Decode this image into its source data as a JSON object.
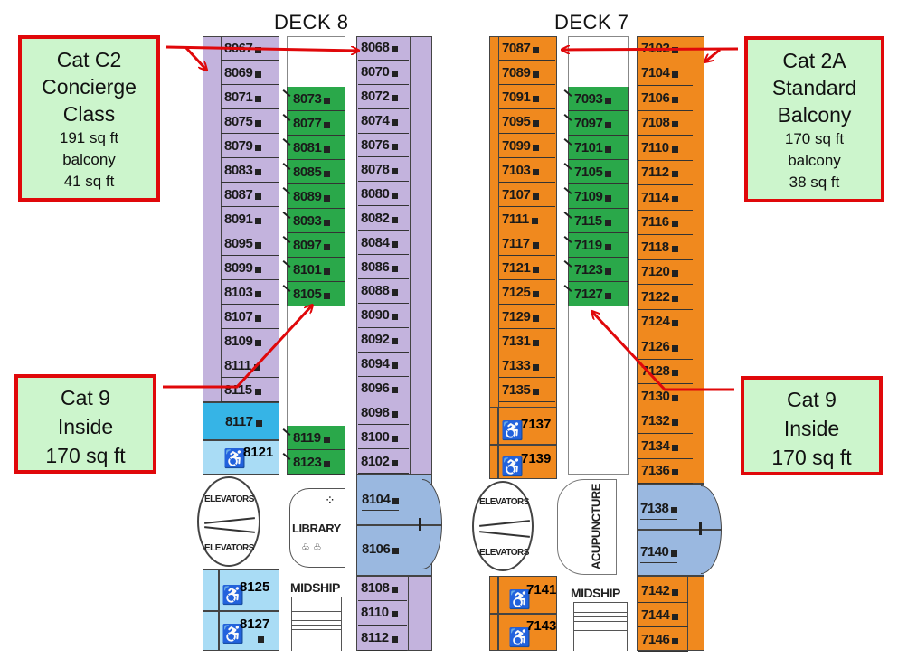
{
  "deck8": {
    "title": "DECK 8",
    "left_col": [
      "8067",
      "8069",
      "8071",
      "8075",
      "8079",
      "8083",
      "8087",
      "8091",
      "8095",
      "8099",
      "8103",
      "8107",
      "8109",
      "8111",
      "8115"
    ],
    "left_accessible": [
      {
        "num": "8117",
        "type": "blue"
      },
      {
        "num": "8121",
        "type": "accessible"
      }
    ],
    "left_lower": [
      "8125",
      "8127"
    ],
    "middle_col": [
      "8073",
      "8077",
      "8081",
      "8085",
      "8089",
      "8093",
      "8097",
      "8101",
      "8105"
    ],
    "middle_lower": [
      "8119",
      "8123"
    ],
    "right_col": [
      "8068",
      "8070",
      "8072",
      "8074",
      "8076",
      "8078",
      "8080",
      "8082",
      "8084",
      "8086",
      "8088",
      "8090",
      "8092",
      "8094",
      "8096",
      "8098",
      "8100",
      "8102"
    ],
    "right_blue": [
      "8104",
      "8106"
    ],
    "right_lower": [
      "8108",
      "8110",
      "8112"
    ],
    "elevators_label": "ELEVATORS",
    "library_label": "LIBRARY",
    "midship_label": "MIDSHIP"
  },
  "deck7": {
    "title": "DECK 7",
    "left_col": [
      "7087",
      "7089",
      "7091",
      "7095",
      "7099",
      "7103",
      "7107",
      "7111",
      "7117",
      "7121",
      "7125",
      "7129",
      "7131",
      "7133",
      "7135"
    ],
    "left_accessible": [
      "7137",
      "7139"
    ],
    "left_lower": [
      "7141",
      "7143"
    ],
    "middle_col": [
      "7093",
      "7097",
      "7101",
      "7105",
      "7109",
      "7115",
      "7119",
      "7123",
      "7127"
    ],
    "right_col": [
      "7102",
      "7104",
      "7106",
      "7108",
      "7110",
      "7112",
      "7114",
      "7116",
      "7118",
      "7120",
      "7122",
      "7124",
      "7126",
      "7128",
      "7130",
      "7132",
      "7134",
      "7136"
    ],
    "right_blue": [
      "7138",
      "7140"
    ],
    "right_lower": [
      "7142",
      "7144",
      "7146"
    ],
    "elevators_label": "ELEVATORS",
    "acupuncture_label": "ACUPUNCTURE",
    "midship_label": "MIDSHIP"
  },
  "callouts": {
    "c2": {
      "lines_big": [
        "Cat C2",
        "Concierge",
        "Class"
      ],
      "lines_small": [
        "191 sq ft",
        "balcony",
        "41 sq ft"
      ]
    },
    "a2": {
      "lines_big": [
        "Cat 2A",
        "Standard",
        "Balcony"
      ],
      "lines_small": [
        "170 sq ft",
        "balcony",
        "38 sq ft"
      ]
    },
    "cat9_left": {
      "lines_big": [
        "Cat 9",
        "Inside",
        "170 sq ft"
      ]
    },
    "cat9_right": {
      "lines_big": [
        "Cat 9",
        "Inside",
        "170 sq ft"
      ]
    }
  },
  "icons": {
    "wheelchair": "♿"
  },
  "colors": {
    "concierge": "#c3b3dd",
    "inside": "#2aa84a",
    "balcony": "#f0891e",
    "accessible": "#36b4e6",
    "accessible_light": "#a9dcf5",
    "suite": "#9ab8e0",
    "callout_border": "#e0080a",
    "callout_fill": "#ccf5cc"
  }
}
